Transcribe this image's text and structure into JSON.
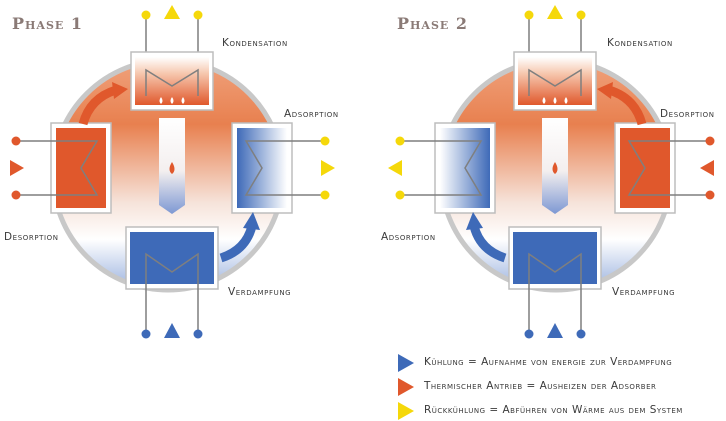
{
  "phases": [
    {
      "title": "Phase 1",
      "labels": {
        "condensation": "Kondensation",
        "adsorption": "Adsorption",
        "desorption": "Desorption",
        "evaporation": "Verdampfung"
      }
    },
    {
      "title": "Phase 2",
      "labels": {
        "condensation": "Kondensation",
        "desorption": "Desorption",
        "adsorption": "Adsorption",
        "evaporation": "Verdampfung"
      }
    }
  ],
  "legend": [
    {
      "icon": "blue-triangle-icon",
      "color": "#3e6ab8",
      "text": "Kühlung = Aufnahme von energie zur Verdampfung"
    },
    {
      "icon": "orange-triangle-icon",
      "color": "#e0582c",
      "text": "Thermischer Antrieb = Ausheizen der Adsorber"
    },
    {
      "icon": "yellow-triangle-icon",
      "color": "#f5d80a",
      "text": "Rückkühlung = Abführen von Wärme aus dem System"
    }
  ],
  "colors": {
    "blue": "#3e6ab8",
    "orange": "#e0582c",
    "yellow": "#f5d80a",
    "line": "#7f7f7f",
    "circle_border": "#c8c8c8"
  }
}
